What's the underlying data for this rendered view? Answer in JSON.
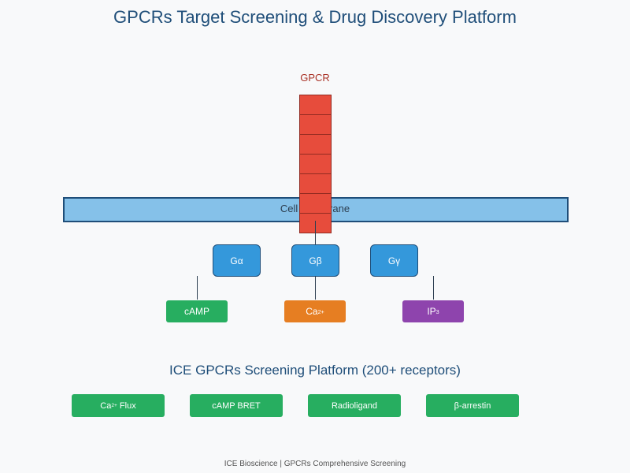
{
  "title": "GPCRs Target Screening & Drug Discovery Platform",
  "receptor": {
    "label": "GPCR",
    "segments": 7,
    "color": "#e74c3c"
  },
  "membrane": {
    "label": "Cell Membrane",
    "color": "#85c1e9"
  },
  "g_proteins": [
    {
      "label": "Gα"
    },
    {
      "label": "Gβ"
    },
    {
      "label": "Gγ"
    }
  ],
  "messengers": [
    {
      "label": "cAMP",
      "color": "#27ae60"
    },
    {
      "label": "Ca",
      "suffix": "2+",
      "color": "#e67e22"
    },
    {
      "label": "IP",
      "suffix": "3",
      "color": "#8e44ad"
    }
  ],
  "platform": {
    "title": "ICE GPCRs Screening Platform (200+ receptors)",
    "assays": [
      {
        "label": "Ca",
        "suffix": "2+",
        "rest": " Flux"
      },
      {
        "label": "cAMP BRET"
      },
      {
        "label": "Radioligand"
      },
      {
        "label": "β-arrestin"
      }
    ]
  },
  "footer": "ICE Bioscience | GPCRs Comprehensive Screening"
}
